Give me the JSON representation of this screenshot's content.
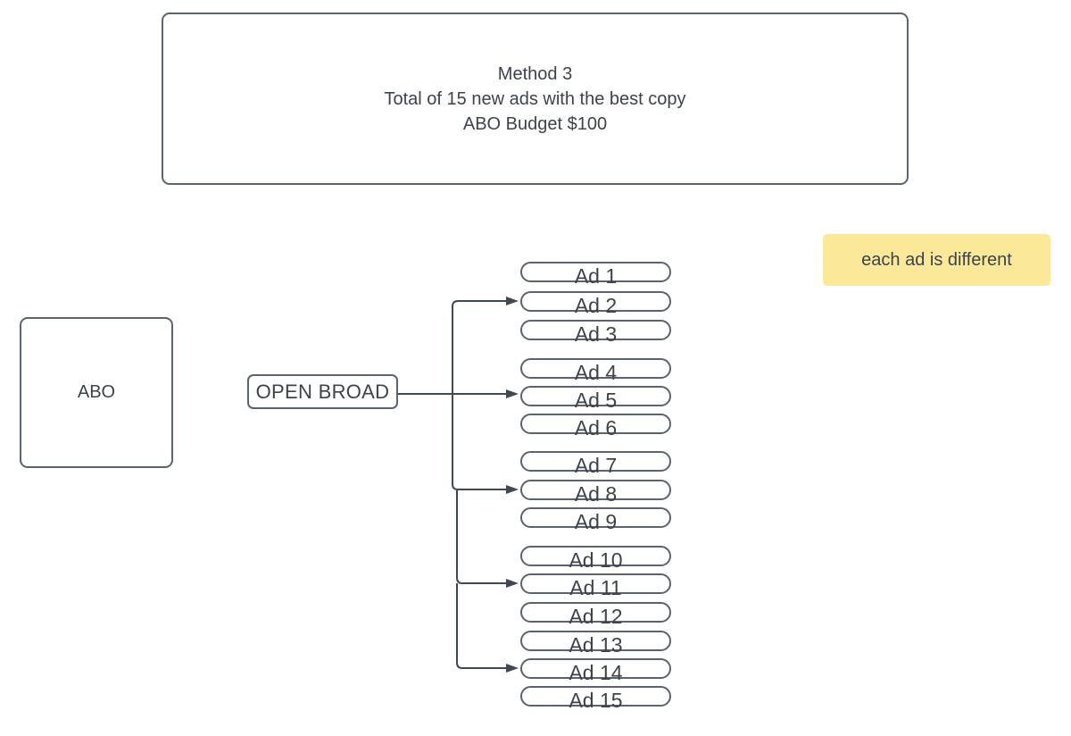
{
  "diagram": {
    "header": {
      "lines": [
        "Method 3",
        "Total of 15 new ads with the best copy",
        "ABO Budget $100"
      ]
    },
    "note": {
      "text": "each ad is different"
    },
    "campaign": {
      "label": "ABO"
    },
    "audience": {
      "label": "OPEN BROAD"
    },
    "ads": [
      "Ad 1",
      "Ad 2",
      "Ad 3",
      "Ad 4",
      "Ad 5",
      "Ad 6",
      "Ad 7",
      "Ad 8",
      "Ad 9",
      "Ad 10",
      "Ad 11",
      "Ad 12",
      "Ad 13",
      "Ad 14",
      "Ad 15"
    ],
    "arrow_targets": [
      "Ad 2",
      "Ad 5",
      "Ad 8",
      "Ad 11",
      "Ad 14"
    ],
    "colors": {
      "note_bg": "#fbe999",
      "connector": "#3f4954",
      "shape_border": "#5b646e",
      "text": "#3d434b",
      "canvas_bg": "#ffffff"
    }
  }
}
